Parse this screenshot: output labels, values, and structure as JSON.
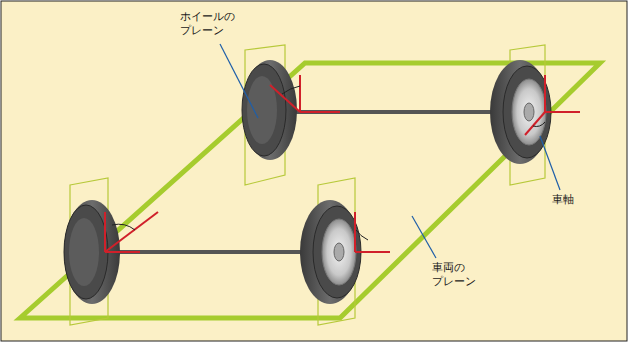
{
  "diagram": {
    "labels": [
      "ホイールの プレーン",
      "車軸",
      "車両の プレーン"
    ]
  }
}
